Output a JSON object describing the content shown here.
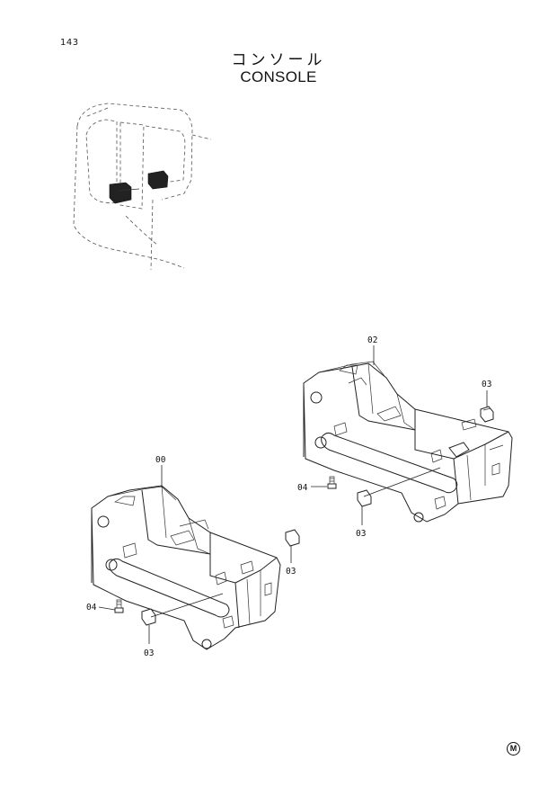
{
  "page": {
    "number": "143",
    "title_jp": "コンソール",
    "title_en": "CONSOLE",
    "mark": "M"
  },
  "callouts": {
    "upper_assembly": "02",
    "upper_nut": "03",
    "upper_bolt": "04",
    "upper_clip": "03",
    "lower_assembly": "00",
    "lower_nut_right": "03",
    "lower_bolt": "04",
    "lower_clip": "03"
  }
}
